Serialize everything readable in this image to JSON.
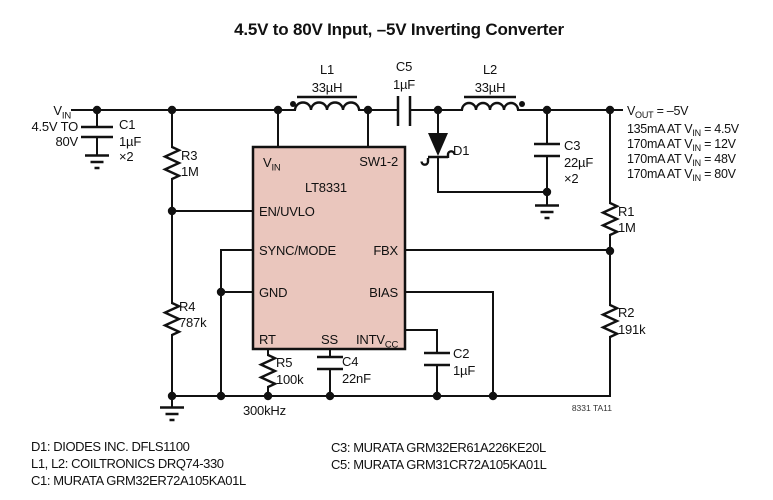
{
  "title": "4.5V to 80V Input, –5V Inverting Converter",
  "colors": {
    "ic_fill": "#eac6bd",
    "line": "#111111",
    "background": "#ffffff"
  },
  "input": {
    "v_main": "V",
    "v_sub": "IN",
    "range_line1": "4.5V TO",
    "range_line2": "80V"
  },
  "ic": {
    "part": "LT8331",
    "pins": {
      "vin_main": "V",
      "vin_sub": "IN",
      "sw": "SW1-2",
      "en_uvlo": "EN/UVLO",
      "sync_mode": "SYNC/MODE",
      "gnd": "GND",
      "rt": "RT",
      "ss": "SS",
      "intvcc_main": "INTV",
      "intvcc_sub": "CC",
      "fbx": "FBX",
      "bias": "BIAS"
    }
  },
  "components": {
    "c1": {
      "ref": "C1",
      "value": "1µF",
      "mult": "×2"
    },
    "r3": {
      "ref": "R3",
      "value": "1M"
    },
    "r4": {
      "ref": "R4",
      "value": "787k"
    },
    "l1": {
      "ref": "L1",
      "value": "33µH"
    },
    "c5": {
      "ref": "C5",
      "value": "1µF"
    },
    "l2": {
      "ref": "L2",
      "value": "33µH"
    },
    "d1": {
      "ref": "D1"
    },
    "c3": {
      "ref": "C3",
      "value": "22µF",
      "mult": "×2"
    },
    "r1": {
      "ref": "R1",
      "value": "1M"
    },
    "r2": {
      "ref": "R2",
      "value": "191k"
    },
    "r5": {
      "ref": "R5",
      "value": "100k"
    },
    "c4": {
      "ref": "C4",
      "value": "22nF"
    },
    "c2": {
      "ref": "C2",
      "value": "1µF"
    }
  },
  "output": {
    "vout": {
      "pre": "V",
      "sub": "OUT",
      "post": " = –5V"
    },
    "specs": [
      {
        "pre": "135mA AT V",
        "sub": "IN",
        "post": " = 4.5V"
      },
      {
        "pre": "170mA AT V",
        "sub": "IN",
        "post": " = 12V"
      },
      {
        "pre": "170mA AT V",
        "sub": "IN",
        "post": " = 48V"
      },
      {
        "pre": "170mA AT V",
        "sub": "IN",
        "post": " = 80V"
      }
    ]
  },
  "annotations": {
    "switching_freq": "300kHz",
    "figure_id": "8331 TA11"
  },
  "notes": {
    "left": [
      "D1: DIODES INC. DFLS1100",
      "L1, L2: COILTRONICS DRQ74-330",
      "C1: MURATA GRM32ER72A105KA01L"
    ],
    "right": [
      "C3: MURATA GRM32ER61A226KE20L",
      "C5: MURATA GRM31CR72A105KA01L"
    ]
  }
}
